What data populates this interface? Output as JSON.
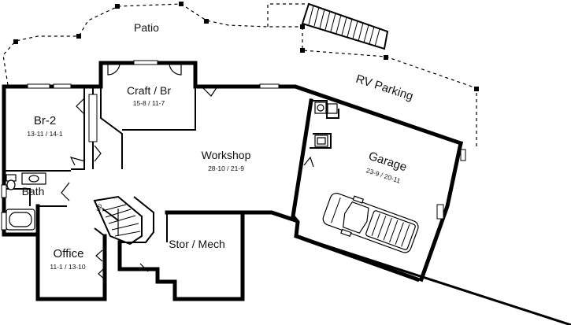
{
  "rooms": {
    "patio": {
      "name": "Patio"
    },
    "rv_parking": {
      "name": "RV Parking"
    },
    "craft": {
      "name": "Craft / Br",
      "dims": "15-8 / 11-7"
    },
    "br2": {
      "name": "Br-2",
      "dims": "13-11 / 14-1"
    },
    "workshop": {
      "name": "Workshop",
      "dims": "28-10 / 21-9"
    },
    "garage": {
      "name": "Garage",
      "dims": "23-9 / 20-11"
    },
    "bath": {
      "name": "Bath"
    },
    "office": {
      "name": "Office",
      "dims": "11-1 / 13-10"
    },
    "stor_mech": {
      "name": "Stor / Mech"
    },
    "stair": {
      "label": "up"
    }
  }
}
